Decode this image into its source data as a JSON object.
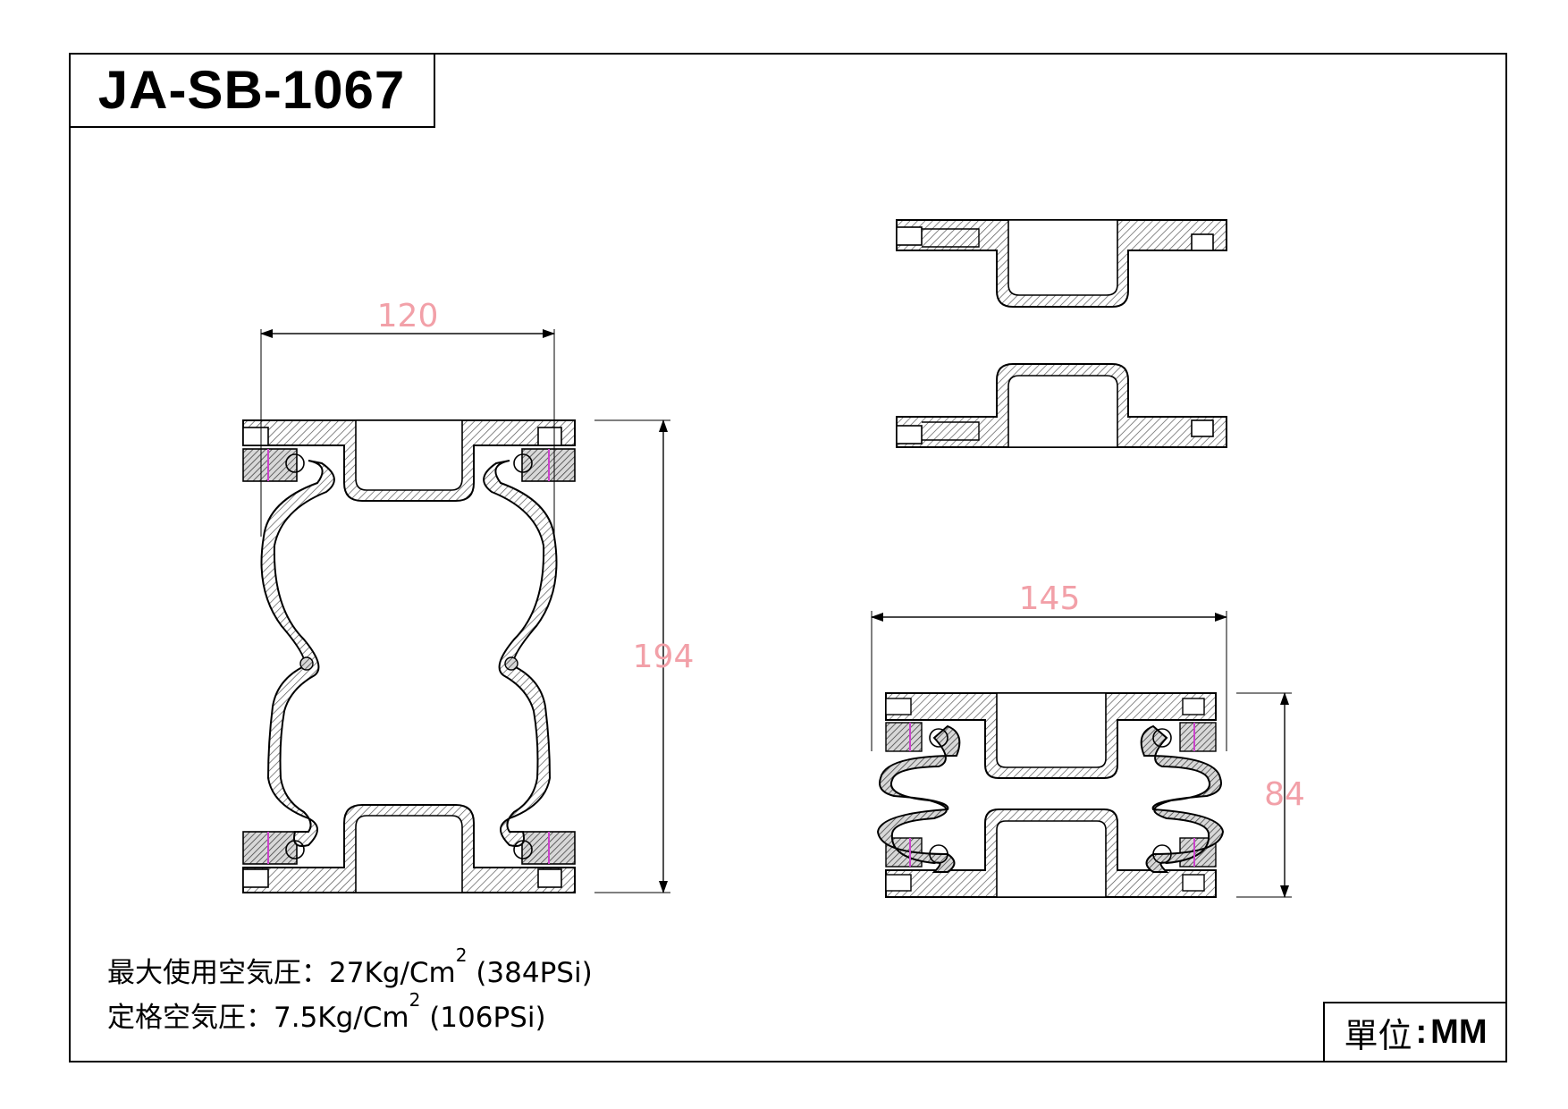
{
  "title": "JA-SB-1067",
  "unit": {
    "label": "單位",
    "separator": ":",
    "value": "MM"
  },
  "specs": [
    {
      "label": "最大使用空気圧",
      "colon": "：",
      "value": "27Kg/Cm",
      "sup": "2",
      "extra": " (384PSi)"
    },
    {
      "label": "定格空気圧",
      "colon": "：",
      "value": "7.5Kg/Cm",
      "sup": "2",
      "extra": " (106PSi)"
    }
  ],
  "dimensions": {
    "width_top": "120",
    "height_main": "194",
    "width_compressed": "145",
    "height_compressed": "84"
  },
  "colors": {
    "dimension": "#f2a0a8",
    "hatch": "#555555",
    "line": "#000000",
    "accent": "#cc44cc"
  }
}
